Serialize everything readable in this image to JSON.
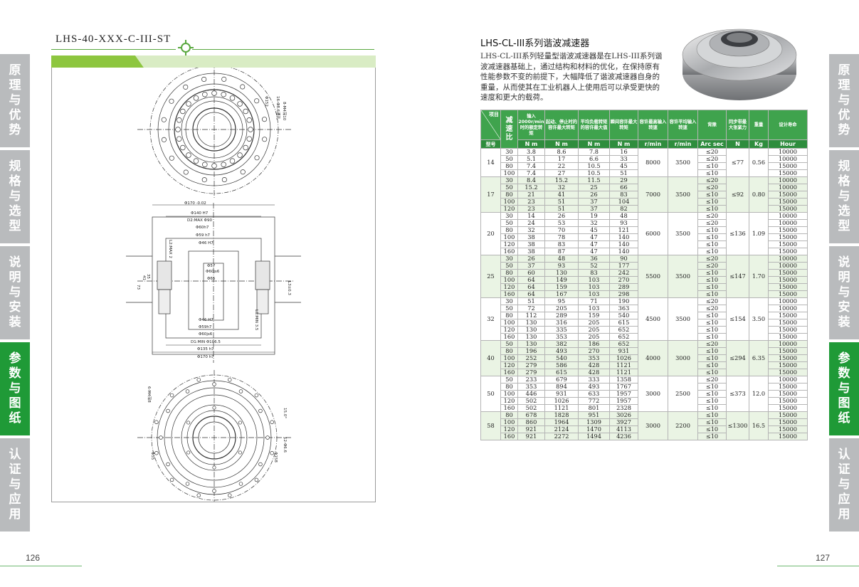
{
  "side_tabs": [
    "原理与优势",
    "规格与选型",
    "说明与安装",
    "参数与图纸",
    "认证与应用"
  ],
  "active_tab_index": 3,
  "pages": {
    "left": "126",
    "right": "127"
  },
  "left_page": {
    "model_title": "LHS-40-XXX-C-III-ST",
    "drawing": {
      "top_labels": [
        "8-M4深10",
        "16-Φ8.6通孔",
        "Φ152"
      ],
      "section_dims": [
        "Φ170 -0.02/-0.03",
        "Φ140 H7",
        "D2:MAX Φ90",
        "Φ60h7",
        "Φ59 h7",
        "Φ46 H7",
        "Φ57",
        "Φ60js6",
        "Φ65",
        "Φ46 H7",
        "Φ59h7",
        "Φ60js6",
        "D1:MIN Φ106.5",
        "Φ135 h7",
        "Φ170 h7"
      ],
      "side_dims": [
        "L2:MAX 2",
        "L1:MIN 3.5",
        "L3±0.3",
        "21",
        "1",
        "1",
        "73",
        "41",
        "35"
      ],
      "bottom_labels": [
        "6-M4深8",
        "15.0°",
        "12-Φ6.6",
        "Φ158",
        "Φ55"
      ]
    }
  },
  "right_page": {
    "title": "LHS-CL-III系列谐波减速器",
    "description": "LHS-CL-III系列轻量型谐波减速器是在LHS-III系列谐波减速器基础上，通过结构和材料的优化，在保持原有性能参数不变的前提下，大幅降低了谐波减速器自身的重量，从而使其在工业机器人上使用后可以承受更快的速度和更大的载荷。",
    "table": {
      "header": {
        "corner_top": "项目",
        "corner_bottom": "型号",
        "ratio": "减速比",
        "cols": [
          "输入2000r/min时的额定转矩",
          "起动、停止时的容许最大转矩",
          "平均负载转矩的容许最大值",
          "瞬间容许最大转矩",
          "容许最高输入转速",
          "容许平均输入转速",
          "背隙",
          "同步带最大张紧力",
          "重量",
          "设计寿命"
        ],
        "units": [
          "N m",
          "N m",
          "N m",
          "N m",
          "r/min",
          "r/min",
          "Arc sec",
          "N",
          "Kg",
          "Hour"
        ]
      },
      "groups": [
        {
          "model": "14",
          "max_speed": "8000",
          "avg_speed": "3500",
          "tension": "≤77",
          "weight": "0.56",
          "rows": [
            [
              "30",
              "3.8",
              "8.6",
              "7.8",
              "16",
              "≤20",
              "10000"
            ],
            [
              "50",
              "5.1",
              "17",
              "6.6",
              "33",
              "≤20",
              "10000"
            ],
            [
              "80",
              "7.4",
              "22",
              "10.5",
              "45",
              "≤10",
              "15000"
            ],
            [
              "100",
              "7.4",
              "27",
              "10.5",
              "51",
              "≤10",
              "15000"
            ]
          ]
        },
        {
          "model": "17",
          "max_speed": "7000",
          "avg_speed": "3500",
          "tension": "≤92",
          "weight": "0.80",
          "rows": [
            [
              "30",
              "8.4",
              "15.2",
              "11.5",
              "29",
              "≤20",
              "10000"
            ],
            [
              "50",
              "15.2",
              "32",
              "25",
              "66",
              "≤20",
              "10000"
            ],
            [
              "80",
              "21",
              "41",
              "26",
              "83",
              "≤10",
              "15000"
            ],
            [
              "100",
              "23",
              "51",
              "37",
              "104",
              "≤10",
              "15000"
            ],
            [
              "120",
              "23",
              "51",
              "37",
              "82",
              "≤10",
              "15000"
            ]
          ]
        },
        {
          "model": "20",
          "max_speed": "6000",
          "avg_speed": "3500",
          "tension": "≤136",
          "weight": "1.09",
          "rows": [
            [
              "30",
              "14",
              "26",
              "19",
              "48",
              "≤20",
              "10000"
            ],
            [
              "50",
              "24",
              "53",
              "32",
              "93",
              "≤20",
              "10000"
            ],
            [
              "80",
              "32",
              "70",
              "45",
              "121",
              "≤10",
              "15000"
            ],
            [
              "100",
              "38",
              "78",
              "47",
              "140",
              "≤10",
              "15000"
            ],
            [
              "120",
              "38",
              "83",
              "47",
              "140",
              "≤10",
              "15000"
            ],
            [
              "160",
              "38",
              "87",
              "47",
              "140",
              "≤10",
              "15000"
            ]
          ]
        },
        {
          "model": "25",
          "max_speed": "5500",
          "avg_speed": "3500",
          "tension": "≤147",
          "weight": "1.70",
          "rows": [
            [
              "30",
              "26",
              "48",
              "36",
              "90",
              "≤20",
              "10000"
            ],
            [
              "50",
              "37",
              "93",
              "52",
              "177",
              "≤20",
              "10000"
            ],
            [
              "80",
              "60",
              "130",
              "83",
              "242",
              "≤10",
              "15000"
            ],
            [
              "100",
              "64",
              "149",
              "103",
              "270",
              "≤10",
              "15000"
            ],
            [
              "120",
              "64",
              "159",
              "103",
              "289",
              "≤10",
              "15000"
            ],
            [
              "160",
              "64",
              "167",
              "103",
              "298",
              "≤10",
              "15000"
            ]
          ]
        },
        {
          "model": "32",
          "max_speed": "4500",
          "avg_speed": "3500",
          "tension": "≤154",
          "weight": "3.50",
          "rows": [
            [
              "30",
              "51",
              "95",
              "71",
              "190",
              "≤20",
              "10000"
            ],
            [
              "50",
              "72",
              "205",
              "103",
              "363",
              "≤20",
              "10000"
            ],
            [
              "80",
              "112",
              "289",
              "159",
              "540",
              "≤10",
              "15000"
            ],
            [
              "100",
              "130",
              "316",
              "205",
              "615",
              "≤10",
              "15000"
            ],
            [
              "120",
              "130",
              "335",
              "205",
              "652",
              "≤10",
              "15000"
            ],
            [
              "160",
              "130",
              "353",
              "205",
              "652",
              "≤10",
              "15000"
            ]
          ]
        },
        {
          "model": "40",
          "max_speed": "4000",
          "avg_speed": "3000",
          "tension": "≤294",
          "weight": "6.35",
          "rows": [
            [
              "50",
              "130",
              "382",
              "186",
              "652",
              "≤20",
              "10000"
            ],
            [
              "80",
              "196",
              "493",
              "270",
              "931",
              "≤10",
              "15000"
            ],
            [
              "100",
              "252",
              "540",
              "353",
              "1026",
              "≤10",
              "15000"
            ],
            [
              "120",
              "279",
              "586",
              "428",
              "1121",
              "≤10",
              "15000"
            ],
            [
              "160",
              "279",
              "615",
              "428",
              "1121",
              "≤10",
              "15000"
            ]
          ]
        },
        {
          "model": "50",
          "max_speed": "3000",
          "avg_speed": "2500",
          "tension": "≤373",
          "weight": "12.0",
          "rows": [
            [
              "50",
              "233",
              "679",
              "333",
              "1358",
              "≤20",
              "10000"
            ],
            [
              "80",
              "353",
              "894",
              "493",
              "1767",
              "≤10",
              "15000"
            ],
            [
              "100",
              "446",
              "931",
              "633",
              "1957",
              "≤10",
              "15000"
            ],
            [
              "120",
              "502",
              "1026",
              "772",
              "1957",
              "≤10",
              "15000"
            ],
            [
              "160",
              "502",
              "1121",
              "801",
              "2328",
              "≤10",
              "15000"
            ]
          ]
        },
        {
          "model": "58",
          "max_speed": "3000",
          "avg_speed": "2200",
          "tension": "≤1300",
          "weight": "16.5",
          "rows": [
            [
              "80",
              "678",
              "1828",
              "951",
              "3026",
              "≤10",
              "15000"
            ],
            [
              "100",
              "860",
              "1964",
              "1309",
              "3927",
              "≤10",
              "15000"
            ],
            [
              "120",
              "921",
              "2124",
              "1470",
              "4113",
              "≤10",
              "15000"
            ],
            [
              "160",
              "921",
              "2272",
              "1494",
              "4236",
              "≤10",
              "15000"
            ]
          ]
        }
      ]
    }
  },
  "colors": {
    "accent": "#1f9a37",
    "tab_gray": "#b9bbbd",
    "header_green": "#3fa34d",
    "band_green": "#8dc63f"
  }
}
